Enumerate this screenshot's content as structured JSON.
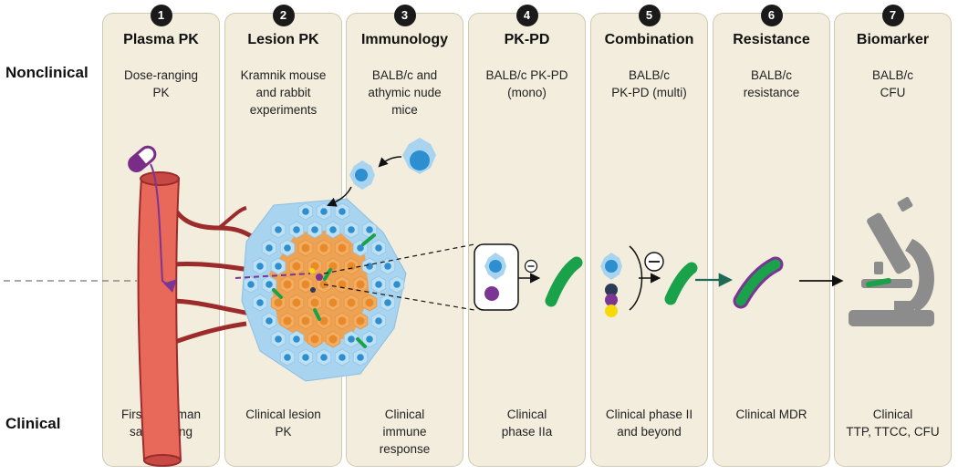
{
  "row_labels": {
    "nonclinical": "Nonclinical",
    "clinical": "Clinical"
  },
  "panels": [
    {
      "number": "1",
      "title": "Plasma PK",
      "nonclinical": "Dose-ranging\nPK",
      "clinical": "First-in-human\nsafe dosing"
    },
    {
      "number": "2",
      "title": "Lesion PK",
      "nonclinical": "Kramnik mouse\nand rabbit\nexperiments",
      "clinical": "Clinical lesion\nPK"
    },
    {
      "number": "3",
      "title": "Immunology",
      "nonclinical": "BALB/c and\nathymic nude\nmice",
      "clinical": "Clinical\nimmune\nresponse"
    },
    {
      "number": "4",
      "title": "PK-PD",
      "nonclinical": "BALB/c PK-PD\n(mono)",
      "clinical": "Clinical\nphase IIa"
    },
    {
      "number": "5",
      "title": "Combination",
      "nonclinical": "BALB/c\nPK-PD (multi)",
      "clinical": "Clinical phase II\nand beyond"
    },
    {
      "number": "6",
      "title": "Resistance",
      "nonclinical": "BALB/c\nresistance",
      "clinical": "Clinical MDR"
    },
    {
      "number": "7",
      "title": "Biomarker",
      "nonclinical": "BALB/c\nCFU",
      "clinical": "Clinical\nTTP, TTCC, CFU"
    }
  ],
  "colors": {
    "panel_bg": "#f3eddd",
    "vessel": "#e8685a",
    "vessel_dark": "#9c2b2b",
    "immune_cell": "#a9d4ef",
    "nucleus": "#2d8fd0",
    "lesion_core": "#f0a04a",
    "bacterium": "#1aa24a",
    "pill": "#7a2d88",
    "drug_purple": "#7b3593",
    "drug_navy": "#2b3a57",
    "drug_yellow": "#f5d90a",
    "microscope": "#8c8c8c",
    "resistance_arrow": "#1e6b55"
  },
  "icons": [
    "pill-icon",
    "blood-vessel-icon",
    "immune-cell-icon",
    "granuloma-icon",
    "drug-mono-icon",
    "inhibit-icon",
    "drug-combo-icon",
    "bacterium-icon",
    "resistant-bacterium-icon",
    "microscope-icon"
  ]
}
